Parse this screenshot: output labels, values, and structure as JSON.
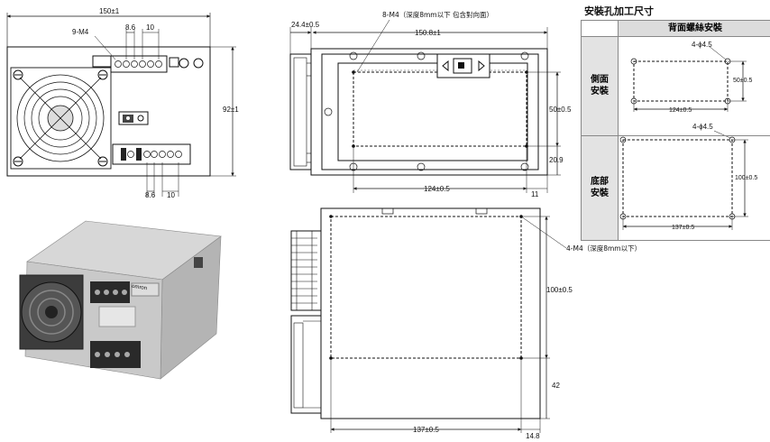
{
  "front_view": {
    "width_dim": "150±1",
    "height_dim": "92±1",
    "screws_label": "9-M4",
    "top_pitch_a": "8.6",
    "top_pitch_b": "10",
    "bottom_pitch_a": "8.6",
    "bottom_pitch_b": "10"
  },
  "top_view": {
    "offset_dim": "24.4±0.5",
    "width_dim": "150.8±1",
    "note": "8-M4（深度8mm以下 包含對向面）",
    "hole_height_dim": "50±0.5",
    "side_dim": "20.9",
    "hole_pitch_dim": "124±0.5",
    "edge_dim": "11"
  },
  "side_view": {
    "note": "4-M4（深度8mm以下）",
    "hole_height_dim": "100±0.5",
    "lower_dim": "42",
    "hole_pitch_dim": "137±0.5",
    "edge_dim": "14.8"
  },
  "mounting_table": {
    "title": "安裝孔加工尺寸",
    "header": "背面螺絲安裝",
    "rows": [
      {
        "label": "側面\n安裝",
        "hole_label": "4-ϕ4.5",
        "height_dim": "50±0.5",
        "width_dim": "124±0.5"
      },
      {
        "label": "底部\n安裝",
        "hole_label": "4-ϕ4.5",
        "height_dim": "100±0.5",
        "width_dim": "137±0.5"
      }
    ]
  },
  "photo": {
    "brand": "omron"
  }
}
